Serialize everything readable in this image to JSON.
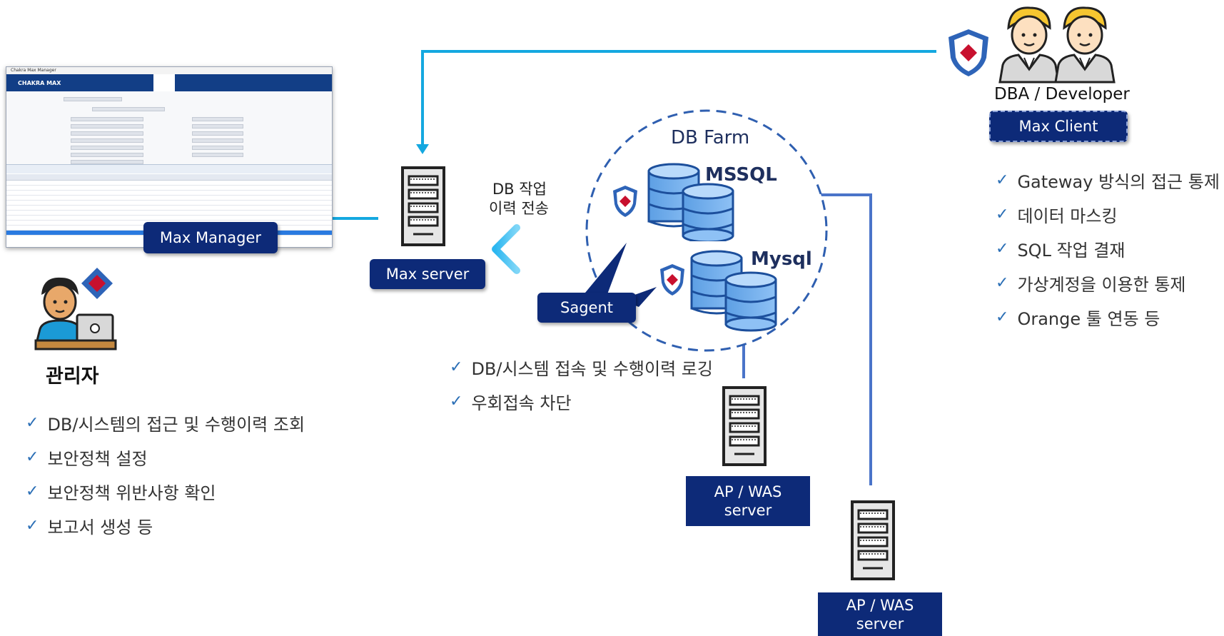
{
  "nodes": {
    "dba_developer": "DBA / Developer",
    "max_client": "Max Client",
    "max_manager": "Max Manager",
    "max_server": "Max server",
    "db_farm": "DB Farm",
    "mssql": "MSSQL",
    "mysql": "Mysql",
    "sagent": "Sagent",
    "ap_was_1": {
      "line1": "AP / WAS",
      "line2": "server"
    },
    "ap_was_2": {
      "line1": "AP / WAS",
      "line2": "server"
    },
    "admin": "관리자",
    "transfer": {
      "line1": "DB 작업",
      "line2": "이력 전송"
    }
  },
  "client_features": [
    "Gateway 방식의 접근 통제",
    "데이터 마스킹",
    "SQL 작업 결재",
    "가상계정을 이용한 통제",
    "Orange 툴 연동 등"
  ],
  "agent_features": [
    "DB/시스템 접속 및 수행이력 로깅",
    "우회접속 차단"
  ],
  "admin_features": [
    "DB/시스템의 접근 및 수행이력 조회",
    "보안정책 설정",
    "보안정책 위반사항 확인",
    "보고서 생성 등"
  ],
  "screenshot": {
    "window_title": "Chakra Max Manager",
    "logo": "CHAKRA MAX"
  },
  "colors": {
    "navy": "#0d2a78",
    "cyan_line": "#14a8e0",
    "blue_line": "#4a74c9",
    "farm_border": "#2f5fb0"
  }
}
